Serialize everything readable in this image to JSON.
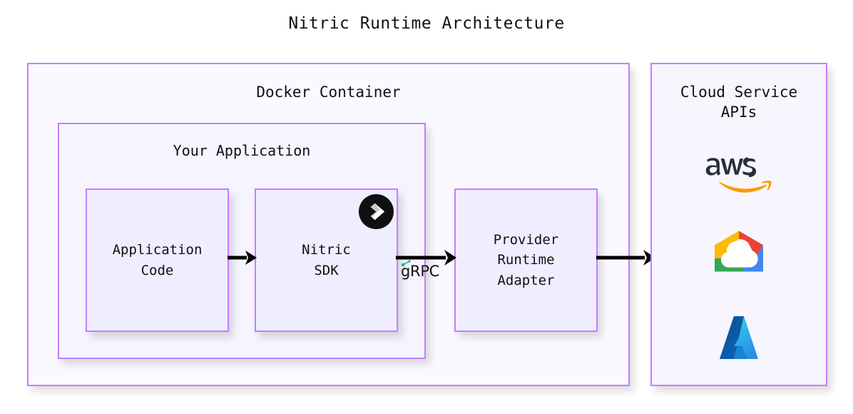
{
  "diagram": {
    "title": "Nitric Runtime Architecture",
    "type": "architecture-diagram",
    "accent_border_color": "#c77dff",
    "panel_fill_color": "#f8f7ff",
    "leaf_fill_color": "#eeeeff",
    "arrow_color": "#000000"
  },
  "docker_container": {
    "label": "Docker Container"
  },
  "your_application": {
    "label": "Your Application"
  },
  "boxes": {
    "application_code": {
      "label": "Application\nCode"
    },
    "nitric_sdk": {
      "label": "Nitric\nSDK",
      "logo": "nitric-logo"
    },
    "provider_adapter": {
      "label": "Provider\nRuntime\nAdapter"
    }
  },
  "connections": {
    "code_to_sdk": {
      "label": "",
      "icon": "arrow-right-icon"
    },
    "sdk_to_adapter": {
      "label": "gRPC",
      "icon": "arrow-right-icon"
    },
    "adapter_to_cloud": {
      "label": "",
      "icon": "arrow-right-icon"
    }
  },
  "cloud_apis": {
    "label": "Cloud Service\nAPIs",
    "providers": [
      {
        "name": "aws",
        "wordmark": "aws",
        "text_color": "#252f3e",
        "accent_color": "#ff9900"
      },
      {
        "name": "google-cloud",
        "colors": [
          "#ea4335",
          "#fbbc04",
          "#34a853",
          "#4285f4"
        ]
      },
      {
        "name": "microsoft-azure",
        "colors": [
          "#0f6cbd",
          "#29a3e3",
          "#1b5fae"
        ]
      }
    ]
  }
}
